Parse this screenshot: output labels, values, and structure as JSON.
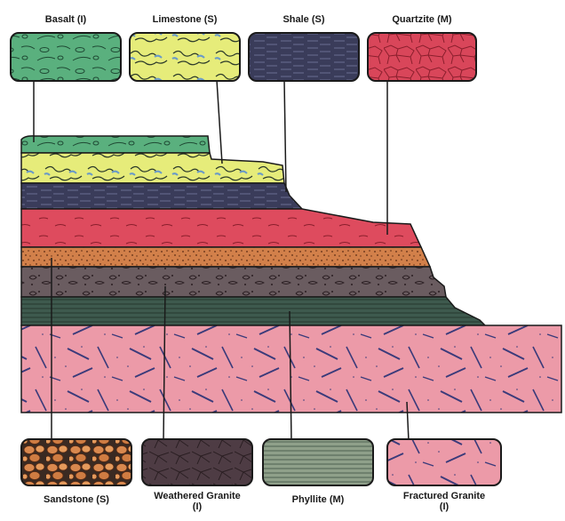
{
  "rocks": [
    {
      "name": "Basalt (I)",
      "pattern": "basalt"
    },
    {
      "name": "Limestone (S)",
      "pattern": "limestone"
    },
    {
      "name": "Shale (S)",
      "pattern": "shale"
    },
    {
      "name": "Quartzite (M)",
      "pattern": "quartzite"
    },
    {
      "name": "Sandstone (S)",
      "pattern": "sandstone"
    },
    {
      "name": "Weathered Granite (I)",
      "pattern": "weathered-granite"
    },
    {
      "name": "Phyllite (M)",
      "pattern": "phyllite"
    },
    {
      "name": "Fractured Granite (I)",
      "pattern": "fractured-granite"
    }
  ],
  "colors": {
    "basalt": "#4fa874",
    "limestone": "#e6ec7a",
    "shale": "#3a3c5a",
    "quartzite": "#d9465a",
    "sandstone": "#d2804a",
    "weathered_granite": "#5c4a52",
    "phyllite": "#3e5a4e",
    "fractured_granite": "#ec9aa8",
    "outline": "#1a1a1a"
  }
}
